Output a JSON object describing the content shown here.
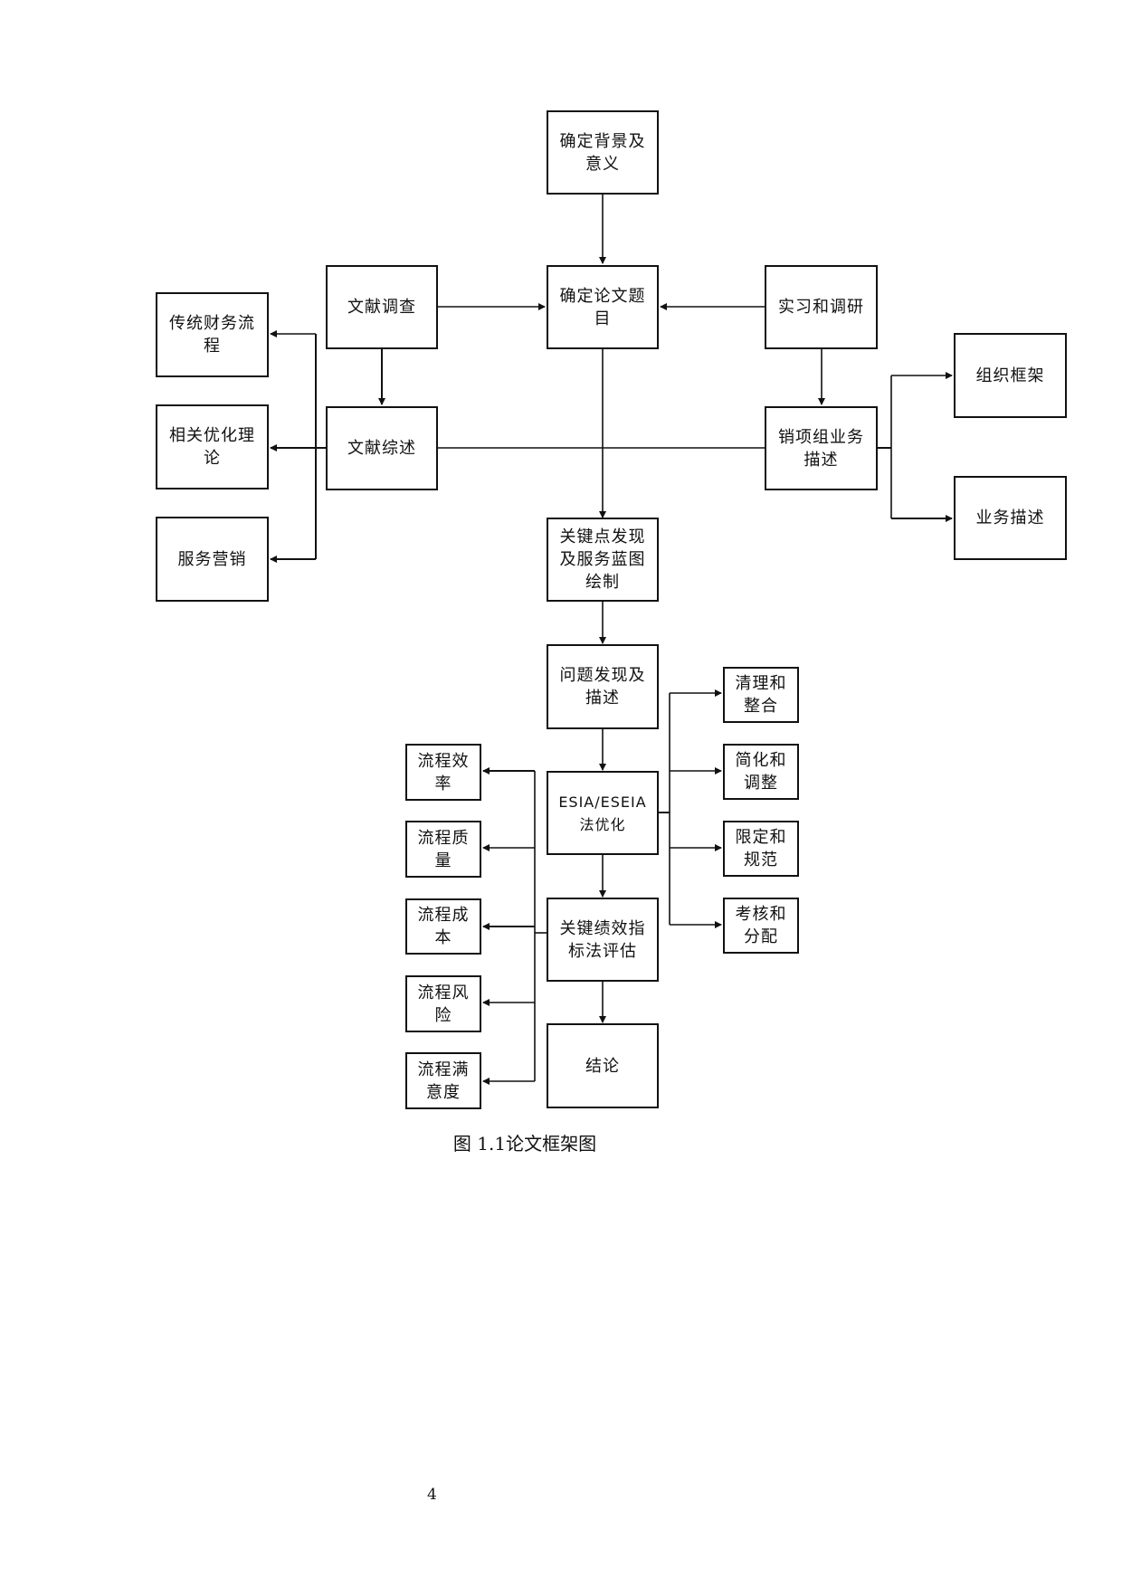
{
  "figure": {
    "caption": "图  1.1论文框架图",
    "page_number": "4"
  },
  "nodes": {
    "background": "确定背景及意义",
    "topic": "确定论文题目",
    "lit_survey": "文献调查",
    "internship": "实习和调研",
    "lit_review": "文献综述",
    "sales_desc": "销项组业务描述",
    "traditional": "传统财务流程",
    "theory": "相关优化理论",
    "marketing": "服务营销",
    "org": "组织框架",
    "biz_desc": "业务描述",
    "keypoints": "关键点发现及服务蓝图绘制",
    "problems": "问题发现及描述",
    "esia": "ESIA/ESEIA法优化",
    "kpi": "关键绩效指标法评估",
    "conclusion": "结论",
    "clean": "清理和整合",
    "simplify": "简化和调整",
    "limit": "限定和规范",
    "assess": "考核和分配",
    "efficiency": "流程效率",
    "quality": "流程质量",
    "cost": "流程成本",
    "risk": "流程风险",
    "satisfaction": "流程满意度"
  }
}
